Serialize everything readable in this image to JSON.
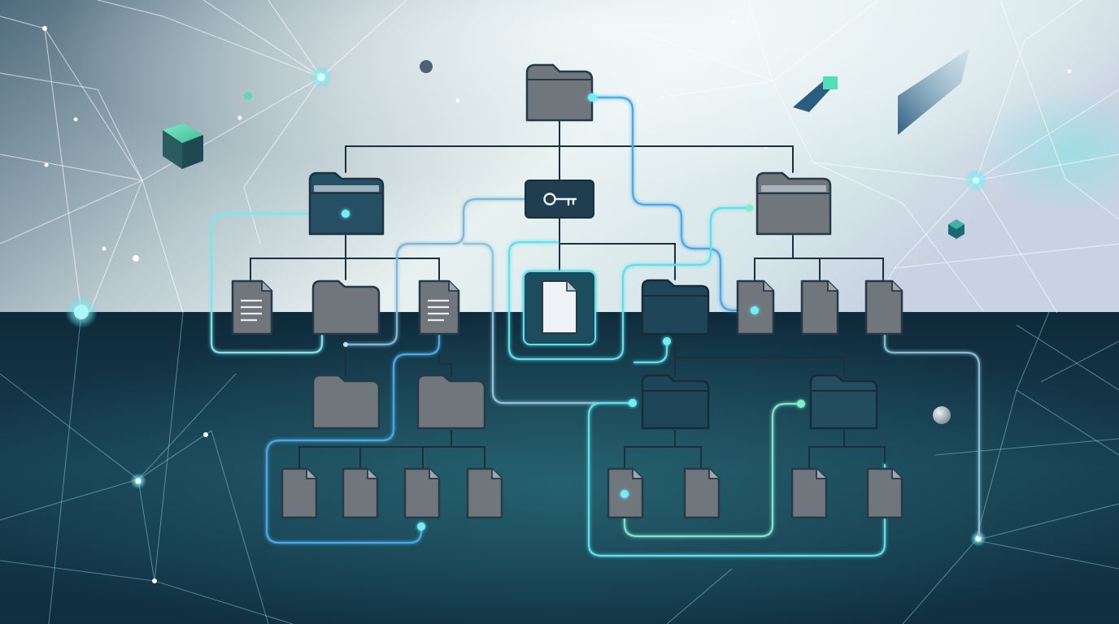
{
  "palette": {
    "sky_top": "#5a7485",
    "sky_mid": "#c9d6d9",
    "sky_light": "#e4eef0",
    "dark_band": "#0f2c3d",
    "dark_band_light": "#1d5566",
    "node_gray": "#6f777d",
    "node_outline": "#263947",
    "node_dark": "#1e4658",
    "connector": "#1d2f3c",
    "glow_cyan": "#5fe0ea",
    "glow_teal": "#3fd6b4",
    "glow_blue": "#4aa8e8"
  },
  "diagram": {
    "root": {
      "kind": "folder",
      "icon": "folder-icon",
      "has_link_point": true
    },
    "hub": {
      "kind": "lock-key",
      "icon": "key-icon"
    },
    "branches": [
      {
        "kind": "folder",
        "icon": "folder-open-icon",
        "tone": "dark",
        "children": [
          {
            "kind": "document",
            "icon": "document-lines-icon"
          },
          {
            "kind": "folder",
            "icon": "folder-icon",
            "children": [
              {
                "kind": "folder",
                "icon": "folder-icon"
              }
            ]
          },
          {
            "kind": "document",
            "icon": "document-lines-icon",
            "children": [
              {
                "kind": "folder",
                "icon": "folder-icon",
                "children": [
                  {
                    "kind": "file",
                    "icon": "file-icon"
                  },
                  {
                    "kind": "file",
                    "icon": "file-icon"
                  },
                  {
                    "kind": "file",
                    "icon": "file-icon"
                  },
                  {
                    "kind": "file",
                    "icon": "file-icon"
                  }
                ]
              }
            ]
          }
        ]
      },
      {
        "kind": "file",
        "icon": "file-icon",
        "tone": "highlighted",
        "children": []
      },
      {
        "kind": "folder",
        "icon": "folder-icon",
        "tone": "dark",
        "children": [
          {
            "kind": "folder",
            "icon": "folder-icon",
            "tone": "dark",
            "children": [
              {
                "kind": "file",
                "icon": "file-icon"
              },
              {
                "kind": "file",
                "icon": "file-icon"
              }
            ]
          },
          {
            "kind": "folder",
            "icon": "folder-icon",
            "tone": "dark",
            "children": [
              {
                "kind": "file",
                "icon": "file-icon"
              },
              {
                "kind": "file",
                "icon": "file-icon"
              }
            ]
          }
        ]
      },
      {
        "kind": "folder",
        "icon": "folder-open-icon",
        "tone": "gray",
        "children": [
          {
            "kind": "file",
            "icon": "file-icon"
          },
          {
            "kind": "file",
            "icon": "file-icon"
          },
          {
            "kind": "file",
            "icon": "file-icon"
          }
        ]
      }
    ]
  },
  "decorations": {
    "cubes": [
      "cube-icon",
      "cube-icon",
      "hexagon-icon"
    ],
    "shards": [
      "prism-icon",
      "blade-icon"
    ],
    "orbs": [
      "orb-icon",
      "orb-icon"
    ]
  }
}
